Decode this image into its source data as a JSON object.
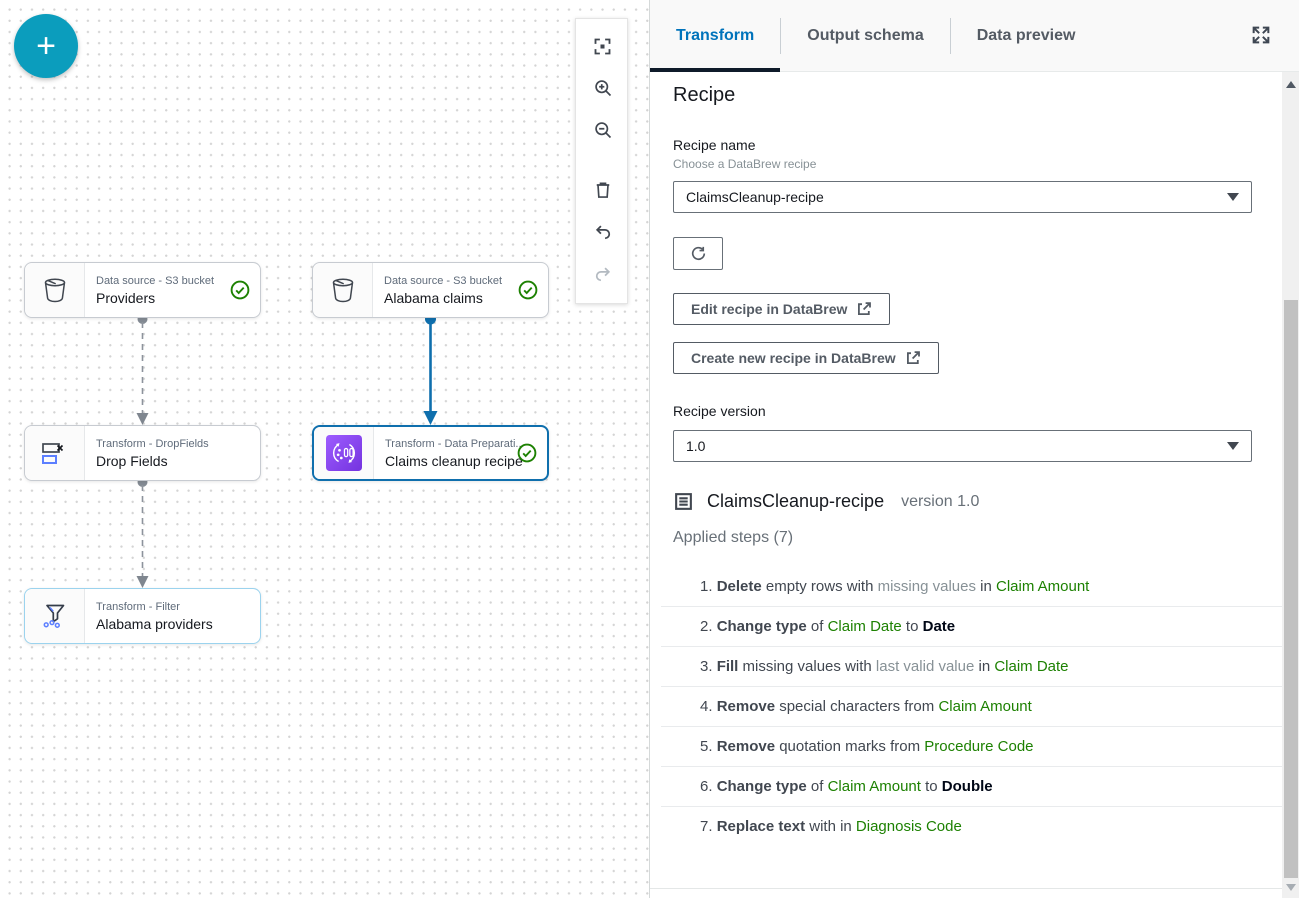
{
  "colors": {
    "accent_blue": "#0073bb",
    "edge_blue": "#0f6fad",
    "success_green": "#1d8102",
    "add_button_teal": "#0b9dbd",
    "databrew_purple": "#8c4fff"
  },
  "canvas": {
    "add_glyph": "+",
    "toolbar_icons": [
      "fit-view",
      "zoom-in",
      "zoom-out",
      "delete",
      "undo",
      "redo-disabled"
    ],
    "nodes": [
      {
        "type": "Data source - S3 bucket",
        "name": "Providers",
        "icon": "s3-bucket",
        "status": "success"
      },
      {
        "type": "Data source - S3 bucket",
        "name": "Alabama claims",
        "icon": "s3-bucket",
        "status": "success"
      },
      {
        "type": "Transform - DropFields",
        "name": "Drop Fields",
        "icon": "drop-fields",
        "status": "none"
      },
      {
        "type": "Transform - Data Preparati...",
        "name": "Claims cleanup recipe",
        "icon": "databrew",
        "status": "success",
        "selected": true
      },
      {
        "type": "Transform - Filter",
        "name": "Alabama providers",
        "icon": "filter",
        "status": "none"
      }
    ]
  },
  "panel": {
    "tabs": [
      {
        "label": "Transform",
        "active": true
      },
      {
        "label": "Output schema",
        "active": false
      },
      {
        "label": "Data preview",
        "active": false
      }
    ],
    "recipe_heading": "Recipe",
    "recipe_name": {
      "label": "Recipe name",
      "desc": "Choose a DataBrew recipe",
      "value": "ClaimsCleanup-recipe"
    },
    "buttons": {
      "edit": "Edit recipe in DataBrew",
      "create": "Create new recipe in DataBrew"
    },
    "version": {
      "label": "Recipe version",
      "value": "1.0"
    },
    "recipe_summary": {
      "title": "ClaimsCleanup-recipe",
      "version_text": "version 1.0",
      "applied_label": "Applied steps (7)"
    },
    "steps": [
      [
        {
          "t": "1. "
        },
        {
          "t": "Delete",
          "s": "b"
        },
        {
          "t": " empty rows with "
        },
        {
          "t": "missing values",
          "s": "m"
        },
        {
          "t": " in "
        },
        {
          "t": "Claim Amount",
          "s": "g"
        }
      ],
      [
        {
          "t": "2. "
        },
        {
          "t": "Change type",
          "s": "b"
        },
        {
          "t": " of "
        },
        {
          "t": "Claim Date",
          "s": "g"
        },
        {
          "t": " to "
        },
        {
          "t": "Date",
          "s": "k"
        }
      ],
      [
        {
          "t": "3. "
        },
        {
          "t": "Fill",
          "s": "b"
        },
        {
          "t": " missing values with "
        },
        {
          "t": "last valid value",
          "s": "m"
        },
        {
          "t": " in "
        },
        {
          "t": "Claim Date",
          "s": "g"
        }
      ],
      [
        {
          "t": "4. "
        },
        {
          "t": "Remove",
          "s": "b"
        },
        {
          "t": " special characters from "
        },
        {
          "t": "Claim Amount",
          "s": "g"
        }
      ],
      [
        {
          "t": "5. "
        },
        {
          "t": "Remove",
          "s": "b"
        },
        {
          "t": " quotation marks from "
        },
        {
          "t": "Procedure Code",
          "s": "g"
        }
      ],
      [
        {
          "t": "6. "
        },
        {
          "t": "Change type",
          "s": "b"
        },
        {
          "t": " of "
        },
        {
          "t": "Claim Amount",
          "s": "g"
        },
        {
          "t": " to "
        },
        {
          "t": "Double",
          "s": "k"
        }
      ],
      [
        {
          "t": "7. "
        },
        {
          "t": "Replace text",
          "s": "b"
        },
        {
          "t": " with in "
        },
        {
          "t": "Diagnosis Code",
          "s": "g"
        }
      ]
    ]
  }
}
